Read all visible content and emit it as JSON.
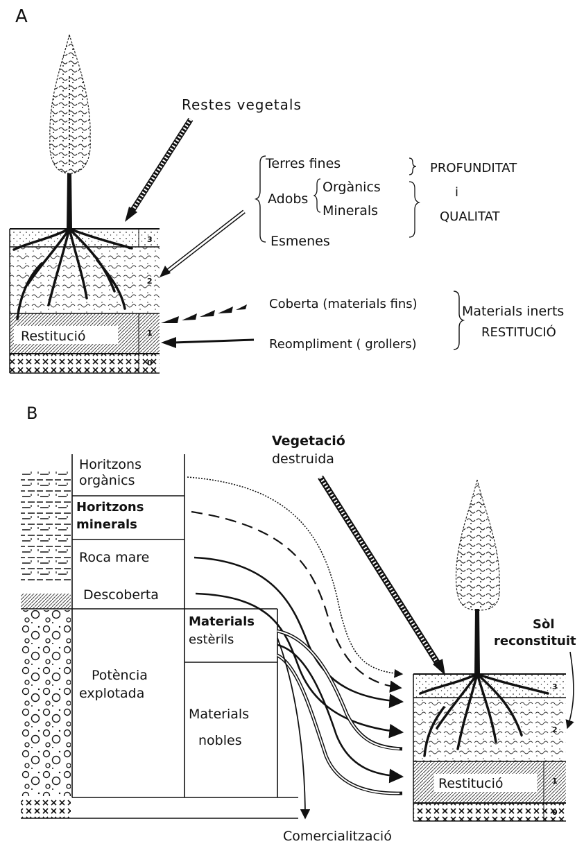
{
  "panel_a": {
    "letter": "A",
    "restes_vegetals": "Restes vegetals",
    "terres_fines": "Terres fines",
    "adobs": "Adobs",
    "organics": "Orgànics",
    "minerals": "Minerals",
    "esmenes": "Esmenes",
    "profunditat": "PROFUNDITAT",
    "i": "i",
    "qualitat": "QUALITAT",
    "coberta": "Coberta (materials fins)",
    "reompliment": "Reompliment ( grollers)",
    "materials_inerts": "Materials inerts",
    "restitucio_caps": "RESTITUCIÓ",
    "restitucio_layer": "Restitució",
    "layer_numbers": [
      "3",
      "2",
      "1",
      "0"
    ]
  },
  "panel_b": {
    "letter": "B",
    "horitzons_organics": [
      "Horitzons",
      "orgànics"
    ],
    "horitzons_minerals": [
      "Horitzons",
      "minerals"
    ],
    "roca_mare": "Roca  mare",
    "descoberta": "Descoberta",
    "potencia": [
      "Potència",
      "explotada"
    ],
    "materials_esterils": [
      "Materials",
      "estèrils"
    ],
    "materials_nobles": [
      "Materials",
      "nobles"
    ],
    "vegetacio": [
      "Vegetació",
      "destruida"
    ],
    "sol_reconstituit": [
      "Sòl",
      "reconstituit"
    ],
    "restitucio_layer": "Restitució",
    "comercialitzacio": "Comercialització",
    "layer_numbers": [
      "3",
      "2",
      "1",
      "0"
    ]
  }
}
